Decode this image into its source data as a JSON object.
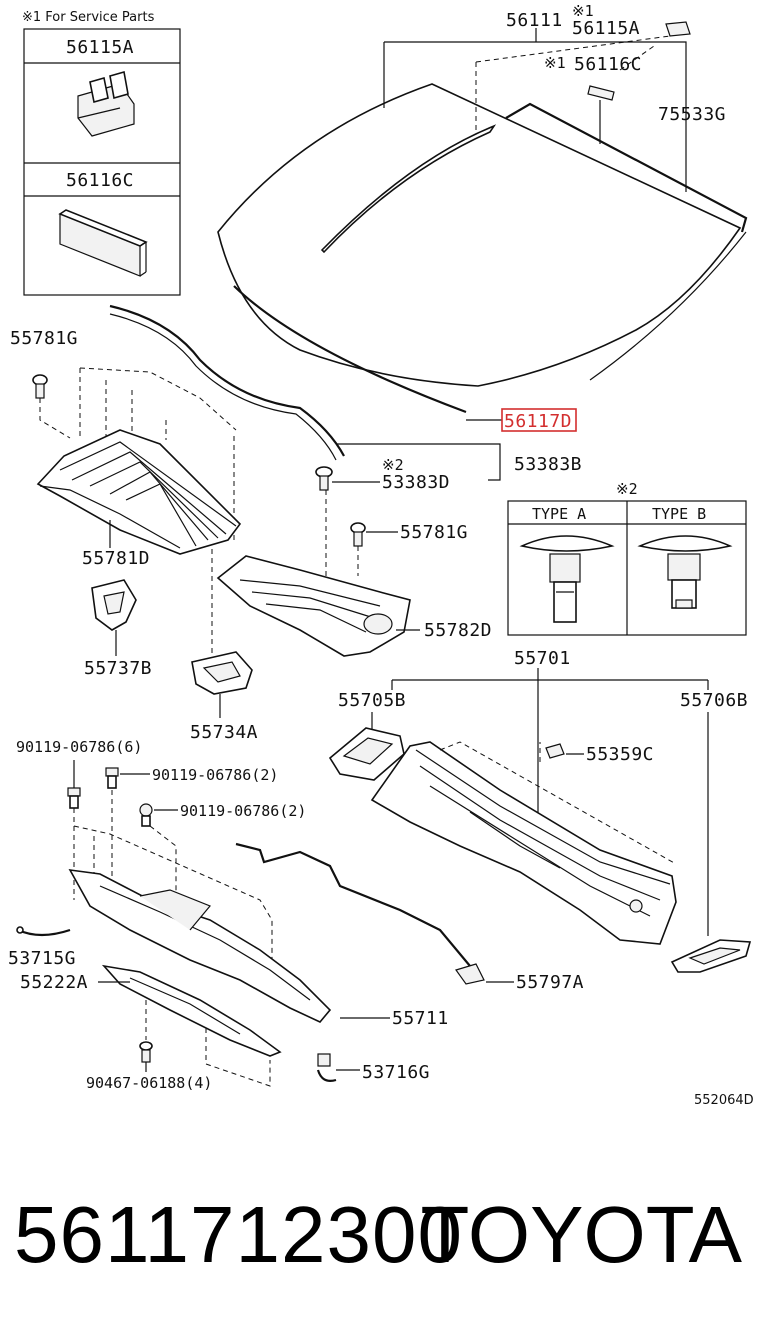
{
  "diagram": {
    "note_service": "※1 For Service Parts",
    "mark1": "※1",
    "mark2": "※2",
    "ref_code": "552064D",
    "inset_service": {
      "top": "56115A",
      "bottom": "56116C"
    },
    "inset_type": {
      "mark": "※2",
      "col_a": "TYPE  A",
      "col_b": "TYPE  B"
    },
    "labels": {
      "p56111": "56111",
      "p56115A": "56115A",
      "p56116C": "56116C",
      "p75533G": "75533G",
      "p56117D": "56117D",
      "p55781G_top": "55781G",
      "p53383B": "53383B",
      "p53383D": "53383D",
      "p55781G_mid": "55781G",
      "p55781D": "55781D",
      "p55782D": "55782D",
      "p55737B": "55737B",
      "p55734A": "55734A",
      "p55701": "55701",
      "p55705B": "55705B",
      "p55706B": "55706B",
      "p55359C": "55359C",
      "p90119a": "90119-06786(6)",
      "p90119b": "90119-06786(2)",
      "p90119c": "90119-06786(2)",
      "p53715G": "53715G",
      "p55222A": "55222A",
      "p55797A": "55797A",
      "p55711": "55711",
      "p53716G": "53716G",
      "p90467": "90467-06188(4)"
    },
    "highlight_color": "#d32f2f"
  },
  "footer": {
    "part_number": "5611712300",
    "brand": "TOYOTA"
  }
}
